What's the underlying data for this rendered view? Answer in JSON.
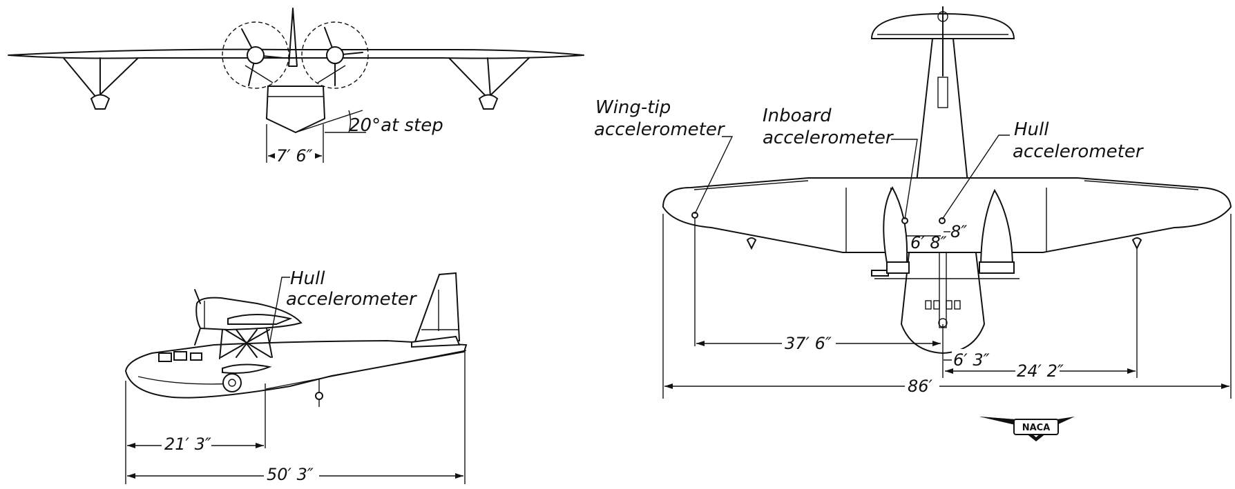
{
  "front_view": {
    "step_angle_label": "20°at step",
    "beam_dim": "7′ 6″"
  },
  "side_view": {
    "hull_accel_label_1": "Hull",
    "hull_accel_label_2": "accelerometer",
    "dim_to_accel": "21′ 3″",
    "dim_length": "50′ 3″"
  },
  "plan_view": {
    "wingtip_label_1": "Wing-tip",
    "wingtip_label_2": "accelerometer",
    "inboard_label_1": "Inboard",
    "inboard_label_2": "accelerometer",
    "hull_label_1": "Hull",
    "hull_label_2": "accelerometer",
    "dim_inboard": "6′ 8″",
    "dim_hull": "8″",
    "dim_wingtip": "37′ 6″",
    "dim_hull_offset": "6′ 3″",
    "dim_float": "24′ 2″",
    "dim_span": "86′"
  },
  "logo": {
    "text": "NACA"
  },
  "colors": {
    "ink": "#111111",
    "paper": "#ffffff"
  }
}
